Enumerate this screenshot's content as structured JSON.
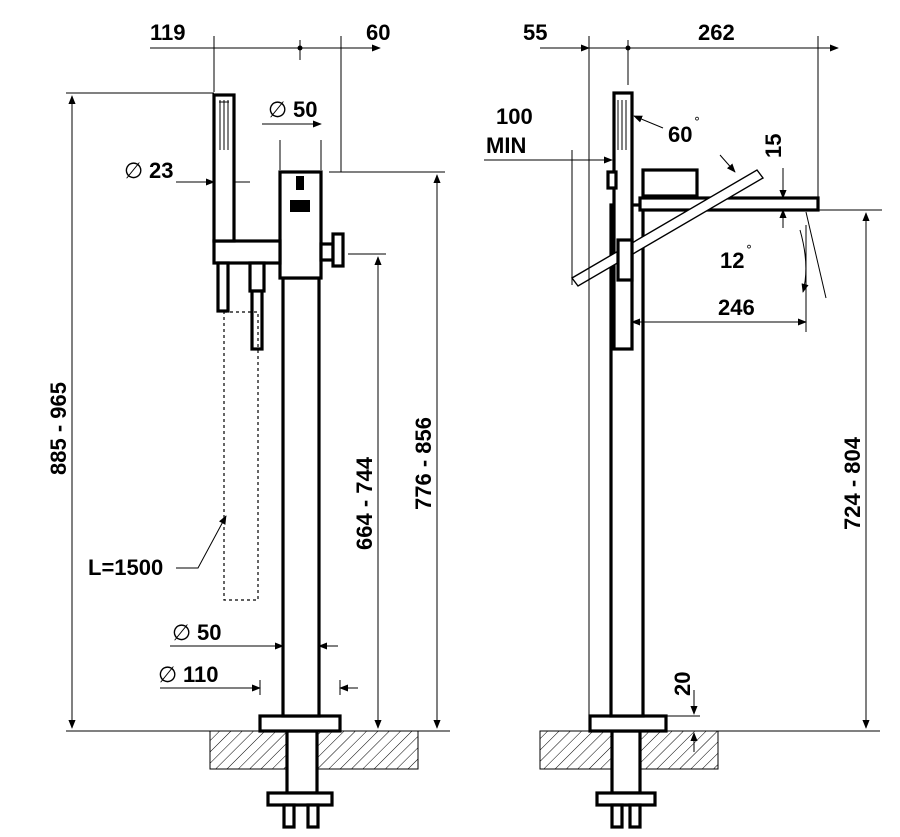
{
  "left_view": {
    "dims": {
      "top_left_offset": "119",
      "top_right_offset": "60",
      "spout_diameter": "50",
      "handshower_diameter": "23",
      "overall_height": "885 - 965",
      "lever_height": "776 - 856",
      "hose_outlet_height": "664 - 744",
      "hose_length": "L=1500",
      "column_diameter": "50",
      "base_diameter": "110"
    },
    "diameter_symbol": "∅"
  },
  "right_view": {
    "dims": {
      "top_left_offset": "55",
      "top_right_offset": "262",
      "wall_clearance_value": "100",
      "wall_clearance_label": "MIN",
      "lever_angle": "60",
      "spout_thickness": "15",
      "spout_tilt": "12",
      "spout_projection": "246",
      "spout_height": "724 - 804",
      "floor_gap": "20"
    },
    "degree_symbol": "°"
  }
}
